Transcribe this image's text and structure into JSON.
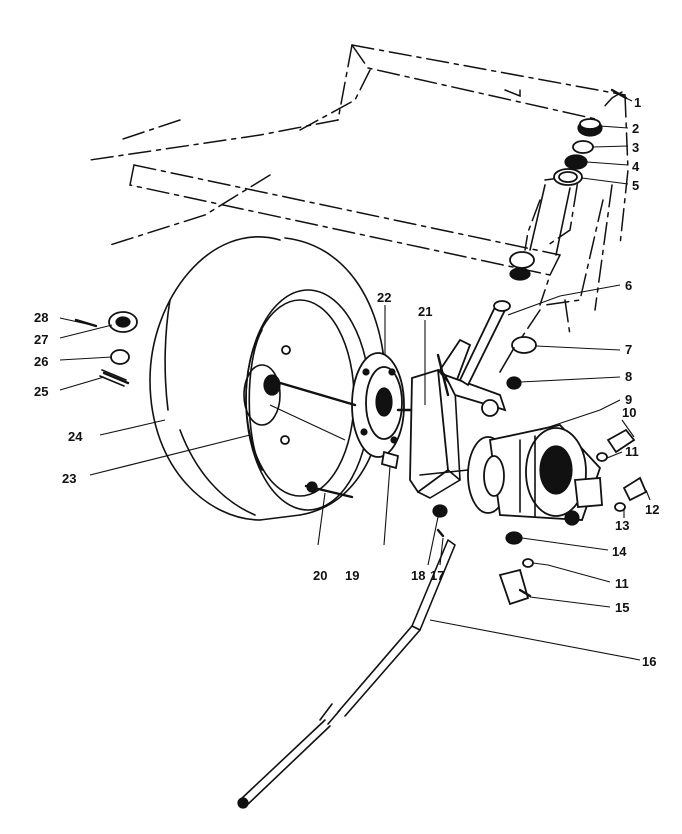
{
  "callouts": [
    {
      "num": "1"
    },
    {
      "num": "2"
    },
    {
      "num": "3"
    },
    {
      "num": "4"
    },
    {
      "num": "5"
    },
    {
      "num": "6"
    },
    {
      "num": "7"
    },
    {
      "num": "8"
    },
    {
      "num": "9"
    },
    {
      "num": "10"
    },
    {
      "num": "11"
    },
    {
      "num": "12"
    },
    {
      "num": "13"
    },
    {
      "num": "14"
    },
    {
      "num": "11"
    },
    {
      "num": "15"
    },
    {
      "num": "16"
    },
    {
      "num": "17"
    },
    {
      "num": "18"
    },
    {
      "num": "19"
    },
    {
      "num": "20"
    },
    {
      "num": "21"
    },
    {
      "num": "22"
    },
    {
      "num": "23"
    },
    {
      "num": "24"
    },
    {
      "num": "25"
    },
    {
      "num": "26"
    },
    {
      "num": "27"
    },
    {
      "num": "28"
    }
  ]
}
